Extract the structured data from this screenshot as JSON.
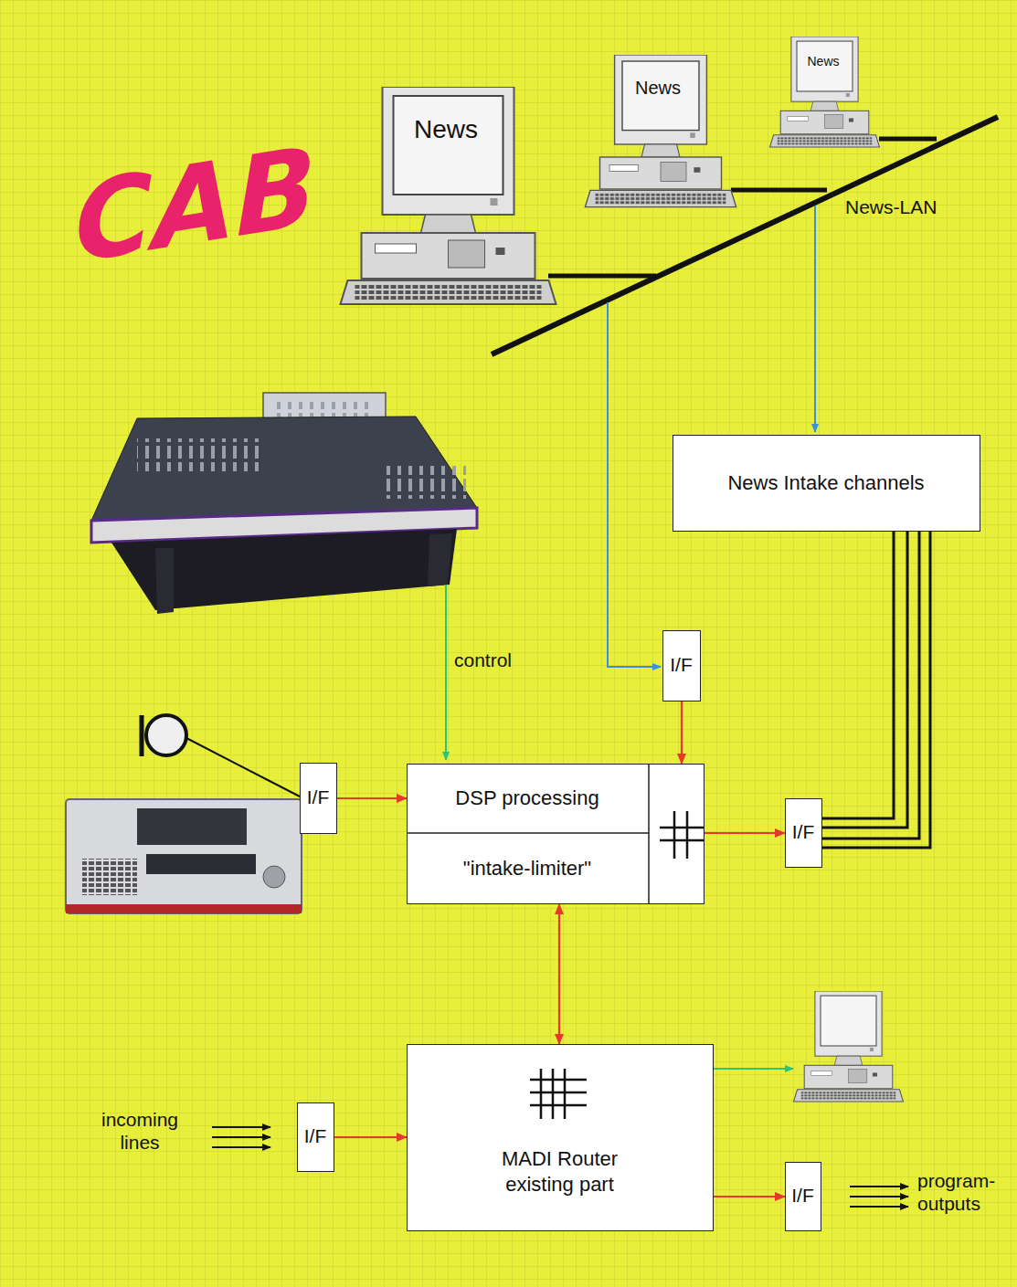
{
  "diagram": {
    "nodes": [
      {
        "text": [
          "News Intake channels"
        ]
      },
      {
        "text": [
          "I/F"
        ]
      },
      {
        "text": [
          "I/F"
        ]
      },
      {
        "text": [
          "DSP processing",
          "\"intake-limiter\""
        ]
      },
      {
        "text": [
          "I/F"
        ]
      },
      {
        "text": [
          "MADI Router existing part"
        ]
      },
      {
        "text": [
          "I/F"
        ]
      },
      {
        "text": [
          "I/F"
        ]
      }
    ],
    "edges": [
      {
        "from": 2,
        "to": 3,
        "arrow": "to"
      },
      {
        "from": 1,
        "to": 3,
        "arrow": "to"
      },
      {
        "from": 3,
        "to": 4,
        "arrow": "to"
      },
      {
        "from": 0,
        "to": 4,
        "arrow": "none"
      },
      {
        "from": 3,
        "to": 5,
        "arrow": "both"
      },
      {
        "from": 6,
        "to": 5,
        "arrow": "to"
      },
      {
        "from": 5,
        "to": 7,
        "arrow": "to"
      }
    ],
    "labels": [
      "CAB",
      "News",
      "News",
      "News",
      "News-LAN",
      "control",
      "incoming lines",
      "program- outputs"
    ]
  }
}
